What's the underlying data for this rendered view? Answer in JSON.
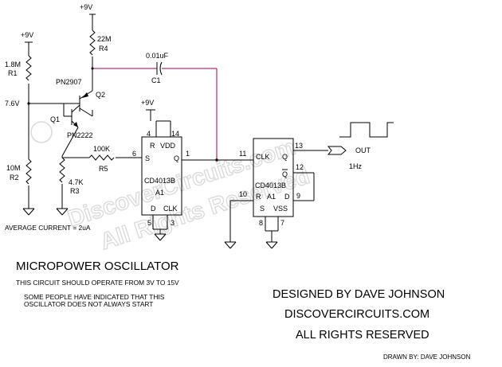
{
  "supply": {
    "top": "+9V",
    "left": "+9V",
    "ic": "+9V"
  },
  "components": {
    "r1": {
      "value": "1.8M",
      "ref": "R1"
    },
    "r2": {
      "value": "10M",
      "ref": "R2"
    },
    "r3": {
      "value": "4.7K",
      "ref": "R3"
    },
    "r4": {
      "value": "22M",
      "ref": "R4"
    },
    "r5": {
      "value": "100K",
      "ref": "R5"
    },
    "c1": {
      "value": "0.01uF",
      "ref": "C1"
    },
    "q1": {
      "ref": "Q1",
      "part": "PN2222"
    },
    "q2": {
      "ref": "Q2",
      "part": "PN2907"
    },
    "node_voltage": "7.6V"
  },
  "ic_a": {
    "part": "CD4013B",
    "unit": "A1",
    "pins": {
      "r": "R",
      "vdd": "VDD",
      "s": "S",
      "q": "Q",
      "d": "D",
      "clk": "CLK"
    },
    "pin_numbers": {
      "p4": "4",
      "p14": "14",
      "p6": "6",
      "p1": "1",
      "p5": "5",
      "p3": "3"
    }
  },
  "ic_b": {
    "part": "CD4013B",
    "unit": "A1",
    "pins": {
      "clk": "CLK",
      "q": "Q",
      "qbar": "Q",
      "r": "R",
      "d": "D",
      "s": "S",
      "vss": "VSS"
    },
    "pin_numbers": {
      "p11": "11",
      "p13": "13",
      "p12": "12",
      "p10": "10",
      "p9": "9",
      "p8": "8",
      "p7": "7"
    }
  },
  "output": {
    "label": "OUT",
    "freq": "1Hz"
  },
  "average_current": "AVERAGE CURRENT = 2uA",
  "title": "MICROPOWER OSCILLATOR",
  "note1": "THIS CIRCUIT SHOULD OPERATE FROM 3V TO 15V",
  "note2a": "SOME PEOPLE HAVE INDICATED THAT THIS",
  "note2b": "OSCILLATOR DOES NOT ALWAYS START",
  "credits": {
    "designed": "DESIGNED BY DAVE JOHNSON",
    "site": "DISCOVERCIRCUITS.COM",
    "rights": "ALL RIGHTS RESERVED",
    "drawn": "DRAWN BY:  DAVE JOHNSON"
  },
  "watermark": {
    "line1": "DiscoverCircuits.com",
    "line2": "All Rights Reserved",
    "copyright": "©"
  }
}
